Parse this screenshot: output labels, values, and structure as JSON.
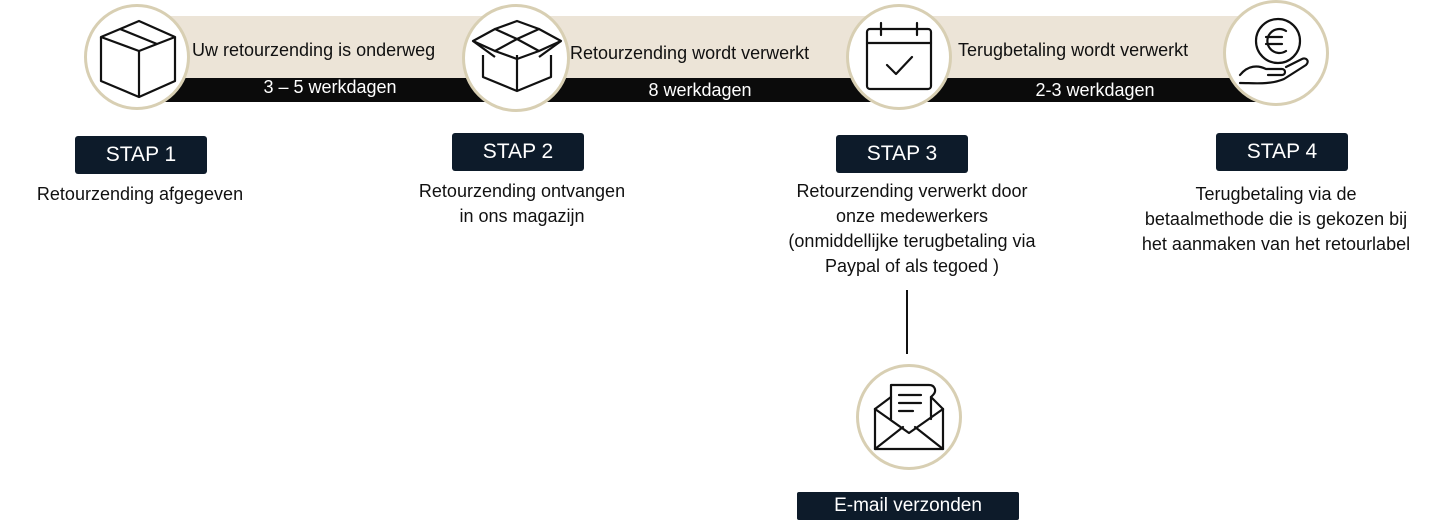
{
  "segments": [
    {
      "label": "Uw retourzending is onderweg",
      "duration": "3 – 5 werkdagen"
    },
    {
      "label": "Retourzending wordt verwerkt",
      "duration": "8 werkdagen"
    },
    {
      "label": "Terugbetaling wordt verwerkt",
      "duration": "2-3 werkdagen"
    }
  ],
  "steps": [
    {
      "label": "STAP 1",
      "description": "Retourzending afgegeven",
      "icon": "closed-box-icon"
    },
    {
      "label": "STAP 2",
      "description": "Retourzending ontvangen\nin ons magazijn",
      "icon": "open-box-icon"
    },
    {
      "label": "STAP 3",
      "description": "Retourzending verwerkt door\nonze medewerkers\n(onmiddellijke terugbetaling via\nPaypal of als tegoed )",
      "icon": "calendar-check-icon"
    },
    {
      "label": "STAP 4",
      "description": "Terugbetaling via de\nbetaalmethode die is gekozen bij\nhet aanmaken van het retourlabel",
      "icon": "euro-hand-icon"
    }
  ],
  "email": {
    "label": "E-mail verzonden",
    "icon": "envelope-letter-icon"
  },
  "colors": {
    "beige": "#ece4d7",
    "bar": "#0b0b0b",
    "circle_border": "#d8cfb3",
    "badge": "#0d1b2a"
  }
}
